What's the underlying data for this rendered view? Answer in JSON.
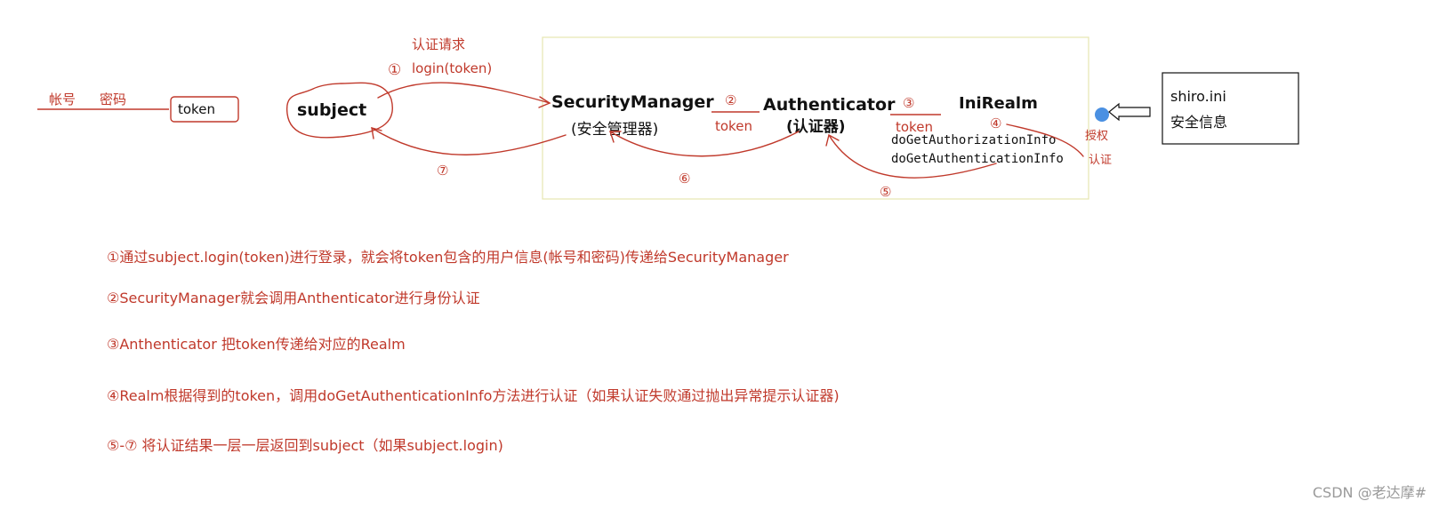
{
  "diagram": {
    "left_labels": {
      "account": "帐号",
      "password": "密码",
      "token_box": "token"
    },
    "subject_label": "subject",
    "request": {
      "title": "认证请求",
      "step": "①",
      "call": "login(token)"
    },
    "security_manager": {
      "name": "SecurityManager",
      "cn": "(安全管理器)"
    },
    "authenticator": {
      "name": "Authenticator",
      "cn": "(认证器)"
    },
    "realm": {
      "name": "IniRealm",
      "methods": [
        "doGetAuthorizationInfo",
        "doGetAuthenticationInfo"
      ],
      "authz_label": "授权",
      "authn_label": "认证"
    },
    "links": [
      {
        "step": "②",
        "label": "token"
      },
      {
        "step": "③",
        "label": "token"
      }
    ],
    "return_steps": [
      "④",
      "⑤",
      "⑥",
      "⑦"
    ],
    "shiro_box": {
      "file": "shiro.ini",
      "desc": "安全信息"
    }
  },
  "steps": [
    "①通过subject.login(token)进行登录，就会将token包含的用户信息(帐号和密码)传递给SecurityManager",
    "②SecurityManager就会调用Anthenticator进行身份认证",
    "③Anthenticator 把token传递给对应的Realm",
    "④Realm根据得到的token，调用doGetAuthenticationInfo方法进行认证（如果认证失败通过抛出异常提示认证器)",
    "⑤-⑦ 将认证结果一层一层返回到subject（如果subject.login)"
  ],
  "watermark": "CSDN @老达摩#",
  "colors": {
    "annotation": "#c0392b",
    "frame": "#e6e6b0",
    "text": "#111111",
    "dot": "#4a90e2"
  }
}
